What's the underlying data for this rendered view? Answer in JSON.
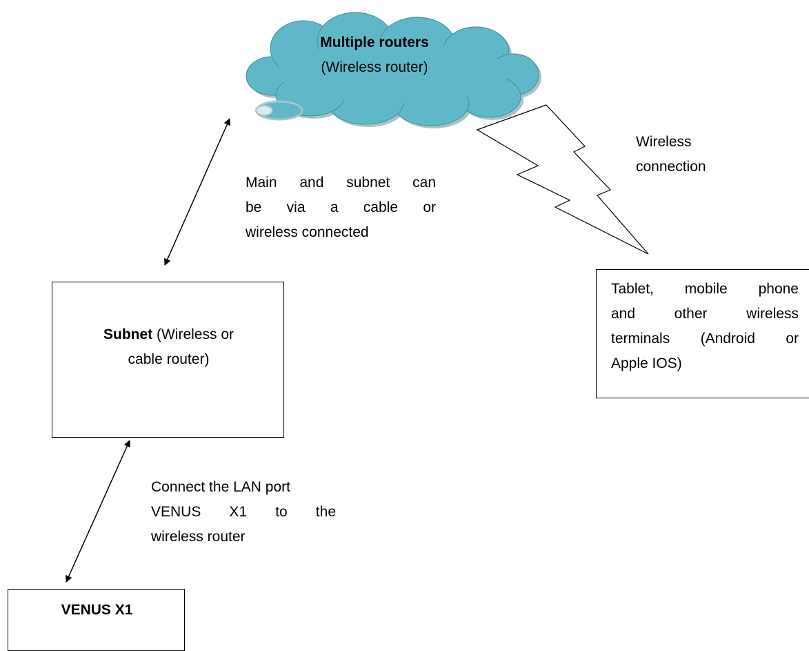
{
  "cloud": {
    "title": "Multiple routers",
    "subtitle": "(Wireless router)",
    "fill_color": "#5fb8c8",
    "stroke_color": "#a9c3c9"
  },
  "subnet": {
    "title": "Subnet",
    "desc_line1": " (Wireless or",
    "desc_line2": "cable router)"
  },
  "venus": {
    "title": "VENUS X1"
  },
  "devices": {
    "lines": [
      "Tablet, mobile phone",
      "and other wireless",
      "terminals (Android or",
      "Apple IOS)"
    ]
  },
  "labels": {
    "main_subnet": [
      "Main and subnet can",
      "be via a cable or",
      "wireless connected"
    ],
    "lan_port": [
      "Connect the LAN port",
      "VENUS X1 to the",
      "wireless router"
    ],
    "wireless": [
      "Wireless",
      "connection"
    ]
  }
}
